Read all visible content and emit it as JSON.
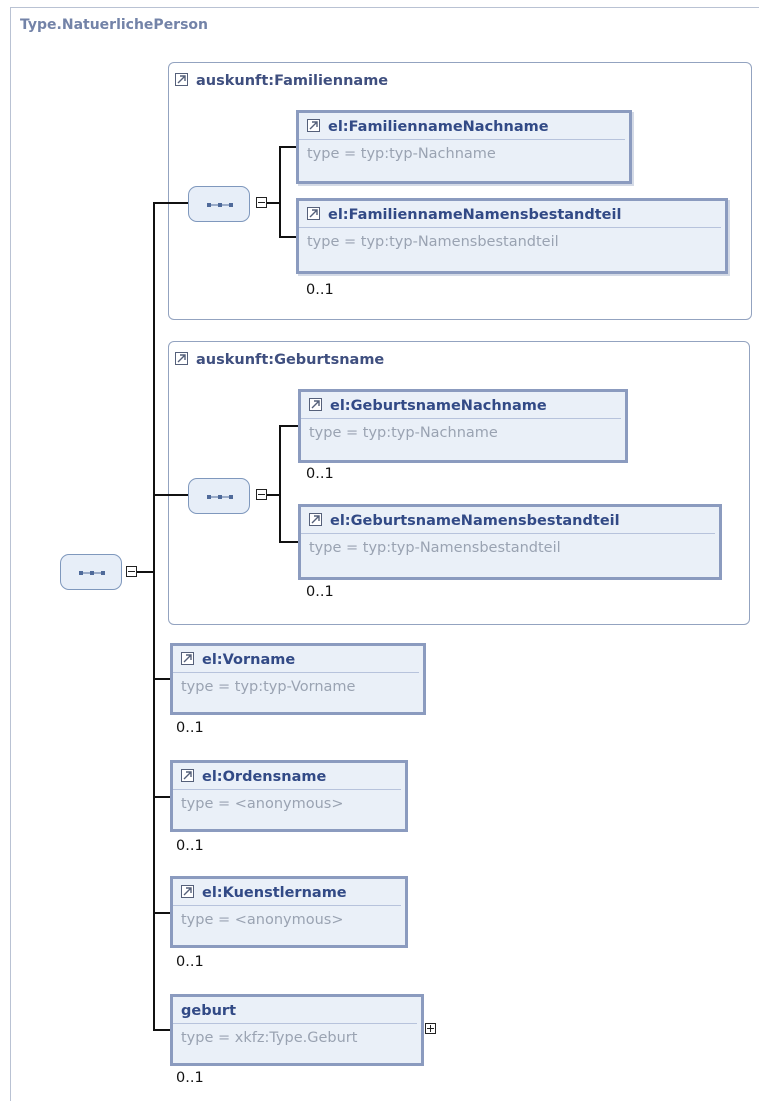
{
  "diagram": {
    "title": "Type.NatuerlichePerson",
    "groups": [
      {
        "title": "auskunft:Familienname",
        "elements": [
          {
            "name": "el:FamiliennameNachname",
            "type": "type = typ:typ-Nachname",
            "multiplicity": ""
          },
          {
            "name": "el:FamiliennameNamensbestandteil",
            "type": "type = typ:typ-Namensbestandteil",
            "multiplicity": "0..1"
          }
        ]
      },
      {
        "title": "auskunft:Geburtsname",
        "elements": [
          {
            "name": "el:GeburtsnameNachname",
            "type": "type = typ:typ-Nachname",
            "multiplicity": "0..1"
          },
          {
            "name": "el:GeburtsnameNamensbestandteil",
            "type": "type = typ:typ-Namensbestandteil",
            "multiplicity": "0..1"
          }
        ]
      }
    ],
    "elements": [
      {
        "name": "el:Vorname",
        "type": "type = typ:typ-Vorname",
        "multiplicity": "0..1"
      },
      {
        "name": "el:Ordensname",
        "type": "type = <anonymous>",
        "multiplicity": "0..1"
      },
      {
        "name": "el:Kuenstlername",
        "type": "type = <anonymous>",
        "multiplicity": "0..1"
      },
      {
        "name": "geburt",
        "type": "type = xkfz:Type.Geburt",
        "multiplicity": "0..1"
      }
    ]
  }
}
